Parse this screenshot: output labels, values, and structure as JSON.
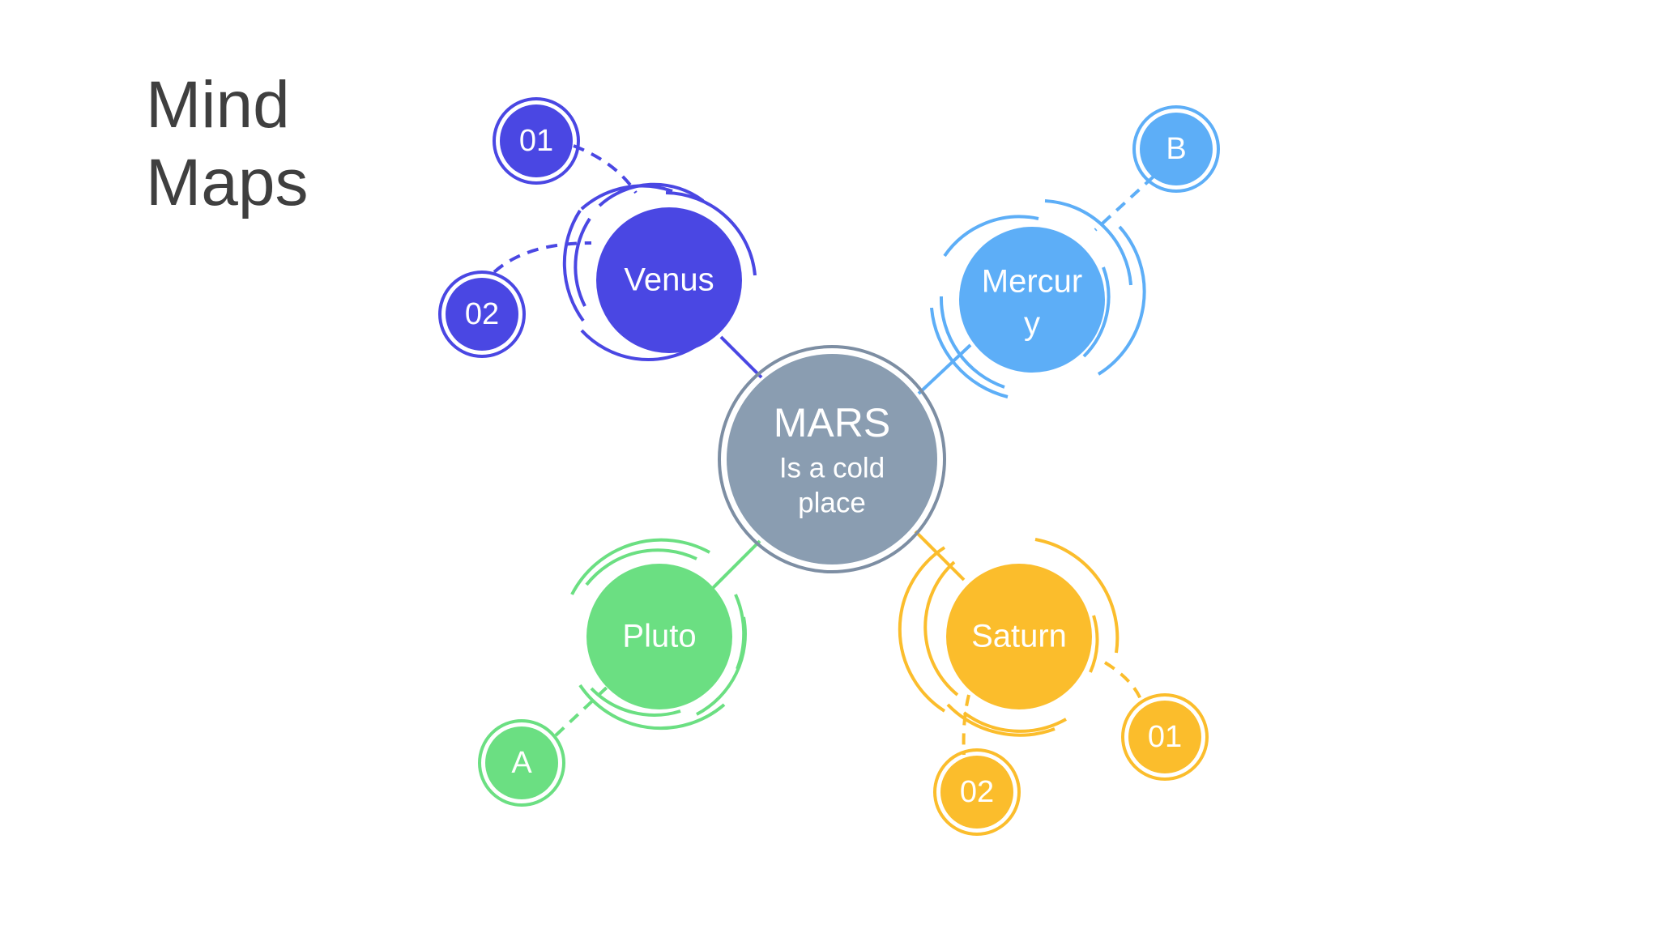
{
  "title": {
    "line1": "Mind",
    "line2": "Maps"
  },
  "center": {
    "title": "MARS",
    "line1": "Is a cold",
    "line2": "place",
    "color": "#8a9db1",
    "ring_color": "#7d8ea3"
  },
  "planets": {
    "venus": {
      "label": "Venus",
      "color": "#4a47e3"
    },
    "mercury": {
      "label_line1": "Mercur",
      "label_line2": "y",
      "color": "#5daef7"
    },
    "pluto": {
      "label": "Pluto",
      "color": "#6bdf82"
    },
    "saturn": {
      "label": "Saturn",
      "color": "#fbbd2c"
    }
  },
  "badges": {
    "venus_01": {
      "label": "01",
      "color": "#4a47e3"
    },
    "venus_02": {
      "label": "02",
      "color": "#4a47e3"
    },
    "mercury_b": {
      "label": "B",
      "color": "#5daef7"
    },
    "pluto_a": {
      "label": "A",
      "color": "#6bdf82"
    },
    "saturn_01": {
      "label": "01",
      "color": "#fbbd2c"
    },
    "saturn_02": {
      "label": "02",
      "color": "#fbbd2c"
    }
  }
}
